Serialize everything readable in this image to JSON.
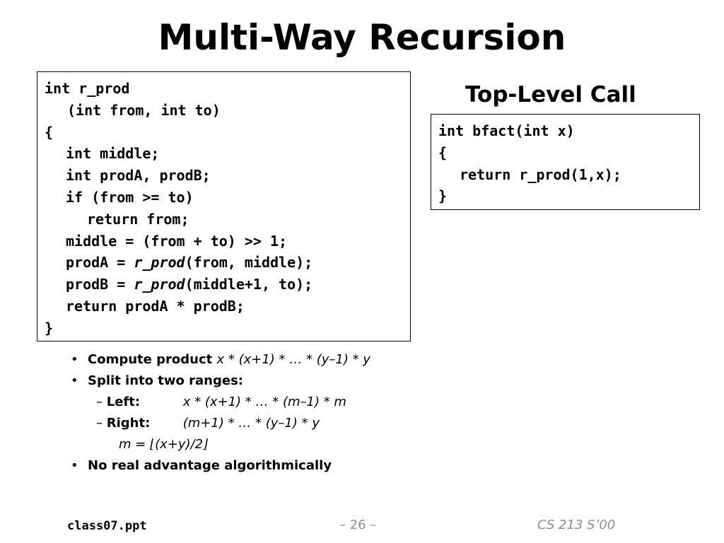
{
  "slide": {
    "title": "Multi-Way Recursion",
    "main_code": {
      "l1": "int r_prod",
      "l2": "(int from, int to)",
      "l3": "{",
      "l4": "int middle;",
      "l5": "int prodA, prodB;",
      "l6": "if (from >= to)",
      "l7": "return from;",
      "l8": "middle = (from + to) >> 1;",
      "l9_pre": "prodA = ",
      "l9_fn": "r_prod",
      "l9_post": "(from, middle);",
      "l10_pre": "prodB = ",
      "l10_fn": "r_prod",
      "l10_post": "(middle+1, to);",
      "l11": "return prodA * prodB;",
      "l12": "}"
    },
    "top_level_title": "Top-Level Call",
    "top_code": {
      "l1": "int bfact(int x)",
      "l2": "{",
      "l3": "return r_prod(1,x);",
      "l4": "}"
    },
    "bullets": {
      "b1_label": "Compute product ",
      "b1_expr": "x * (x+1) * … * (y–1) * y",
      "b2_label": "Split into two ranges:",
      "left_label": "Left:",
      "left_expr": "x * (x+1) * … * (m–1) * m",
      "right_label": "Right:",
      "right_expr": "(m+1) * … * (y–1) * y",
      "m_expr": "m = ⌊(x+y)/2⌋",
      "b3_label": "No real advantage algorithmically"
    }
  },
  "footer": {
    "file": "class07.ppt",
    "page": "– 26 –",
    "course": "CS 213 S’00"
  }
}
